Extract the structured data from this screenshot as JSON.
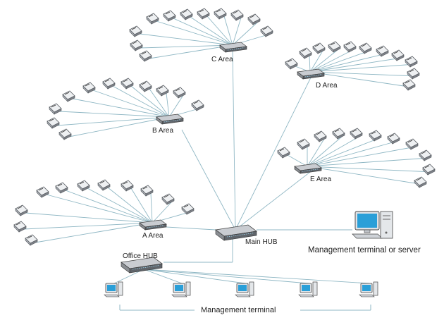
{
  "labels": {
    "c_area": "C Area",
    "d_area": "D Area",
    "b_area": "B Area",
    "e_area": "E Area",
    "a_area": "A Area",
    "main_hub": "Main HUB",
    "office_hub": "Office HUB",
    "server": "Management terminal or server",
    "mgmt_terminal": "Management terminal"
  },
  "colors": {
    "link": "#8fb7c4",
    "device_top": "#eef0f2",
    "device_side": "#a9adb2",
    "device_edge": "#555a60",
    "hub_top": "#c9ccd1",
    "hub_front": "#5f646a",
    "screen": "#2a9fd8"
  },
  "icons": {
    "terminal_device": "terminal-device-icon",
    "hub": "switch-hub-icon",
    "pc": "desktop-pc-icon",
    "server": "server-computer-icon"
  }
}
